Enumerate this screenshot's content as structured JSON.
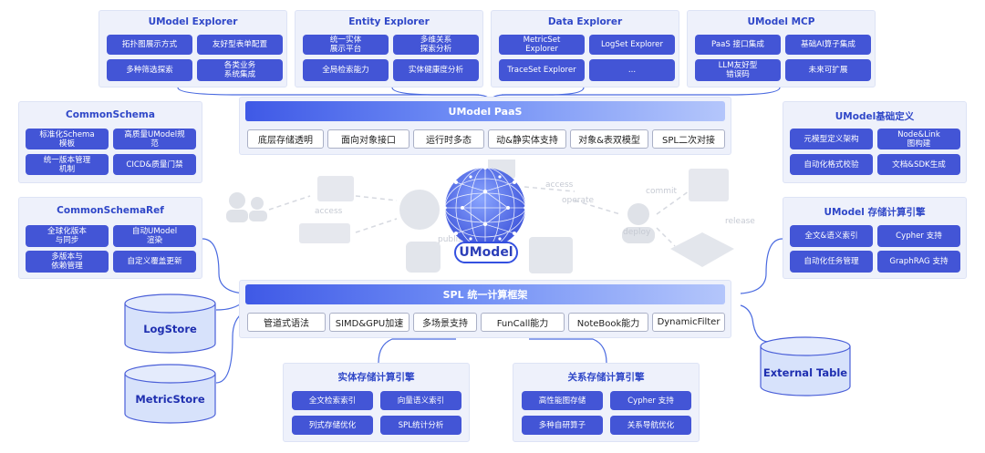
{
  "panels": {
    "umodel_explorer": {
      "title": "UModel Explorer",
      "items": [
        "拓扑图展示方式",
        "友好型表单配置",
        "多种筛选探索",
        "各类业务\n系统集成"
      ]
    },
    "entity_explorer": {
      "title": "Entity Explorer",
      "items": [
        "统一实体\n展示平台",
        "多维关系\n探索分析",
        "全局检索能力",
        "实体健康度分析"
      ]
    },
    "data_explorer": {
      "title": "Data Explorer",
      "items": [
        "MetricSet\nExplorer",
        "LogSet Explorer",
        "TraceSet Explorer",
        "..."
      ]
    },
    "umodel_mcp": {
      "title": "UModel MCP",
      "items": [
        "PaaS 接口集成",
        "基础AI算子集成",
        "LLM友好型\n错误码",
        "未来可扩展"
      ]
    },
    "common_schema": {
      "title": "CommonSchema",
      "items": [
        "标准化Schema\n模板",
        "高质量UModel规\n范",
        "统一版本管理\n机制",
        "CICD&质量门禁"
      ]
    },
    "common_schema_ref": {
      "title": "CommonSchemaRef",
      "items": [
        "全球化版本\n与同步",
        "自动UModel\n渲染",
        "多版本与\n依赖管理",
        "自定义覆盖更新"
      ]
    },
    "umodel_basic": {
      "title": "UModel基础定义",
      "items": [
        "元模型定义架构",
        "Node&Link\n图构建",
        "自动化格式校验",
        "文档&SDK生成"
      ]
    },
    "umodel_storage": {
      "title": "UModel 存储计算引擎",
      "items": [
        "全文&语义索引",
        "Cypher 支持",
        "自动化任务管理",
        "GraphRAG 支持"
      ]
    },
    "entity_storage": {
      "title": "实体存储计算引擎",
      "items": [
        "全文检索索引",
        "向量语义索引",
        "列式存储优化",
        "SPL统计分析"
      ]
    },
    "relation_storage": {
      "title": "关系存储计算引擎",
      "items": [
        "高性能图存储",
        "Cypher 支持",
        "多种自研算子",
        "关系导航优化"
      ]
    }
  },
  "paas": {
    "title": "UModel PaaS",
    "items": [
      "底层存储透明",
      "面向对象接口",
      "运行时多态",
      "动&静实体支持",
      "对象&表双模型",
      "SPL二次对接"
    ]
  },
  "spl": {
    "title": "SPL 统一计算框架",
    "items": [
      "管道式语法",
      "SIMD&GPU加速",
      "多场景支持",
      "FunCall能力",
      "NoteBook能力",
      "DynamicFilter"
    ]
  },
  "stores": {
    "logstore": "LogStore",
    "metricstore": "MetricStore",
    "external": "External Table"
  },
  "center": {
    "label": "UModel"
  },
  "background_labels": [
    "access",
    "access",
    "operate",
    "commit",
    "deploy",
    "release",
    "publish"
  ],
  "colors": {
    "accent": "#4355d6",
    "title": "#2f47c8",
    "panel_bg": "#eef1fb",
    "connector": "#4a6ae0",
    "store_bg": "#d7e2fb"
  }
}
